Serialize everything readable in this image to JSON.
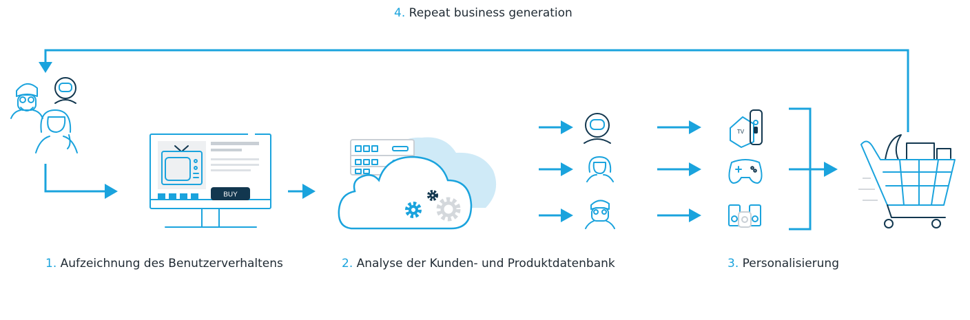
{
  "steps": {
    "repeat": {
      "num": "4.",
      "text": "Repeat business generation"
    },
    "record": {
      "num": "1.",
      "text": "Aufzeichnung des Benutzerverhaltens"
    },
    "analyse": {
      "num": "2.",
      "text": "Analyse der Kunden- und Produktdatenbank"
    },
    "personal": {
      "num": "3.",
      "text": "Personalisierung"
    }
  },
  "monitor": {
    "buy_label": "BUY"
  },
  "tv_box": {
    "label": "TV"
  },
  "colors": {
    "accent": "#1aa3dd",
    "dark": "#12374f",
    "cloud_fill": "#cfeaf7",
    "text": "#1f2a33"
  }
}
